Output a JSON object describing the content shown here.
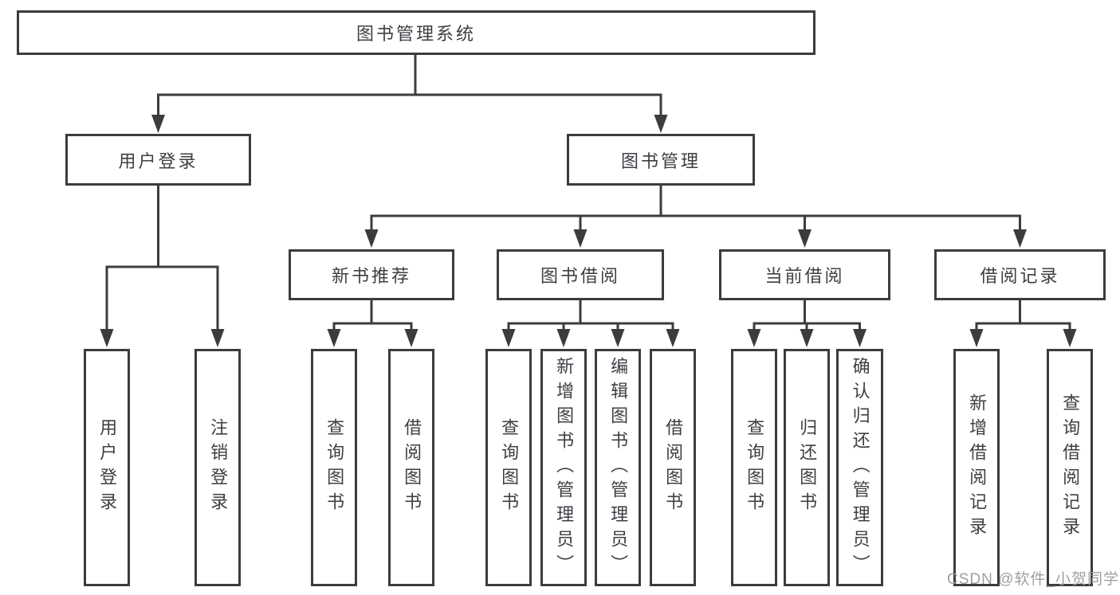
{
  "tree": {
    "root": {
      "label": "图书管理系统"
    },
    "children": [
      {
        "label": "用户登录",
        "children": [
          {
            "label": "用户登录"
          },
          {
            "label": "注销登录"
          }
        ]
      },
      {
        "label": "图书管理",
        "children": [
          {
            "label": "新书推荐",
            "children": [
              {
                "label": "查询图书"
              },
              {
                "label": "借阅图书"
              }
            ]
          },
          {
            "label": "图书借阅",
            "children": [
              {
                "label": "查询图书"
              },
              {
                "label": "新增图书（管理员）"
              },
              {
                "label": "编辑图书（管理员）"
              },
              {
                "label": "借阅图书"
              }
            ]
          },
          {
            "label": "当前借阅",
            "children": [
              {
                "label": "查询图书"
              },
              {
                "label": "归还图书"
              },
              {
                "label": "确认归还（管理员）"
              }
            ]
          },
          {
            "label": "借阅记录",
            "children": [
              {
                "label": "新增借阅记录"
              },
              {
                "label": "查询借阅记录"
              }
            ]
          }
        ]
      }
    ]
  },
  "watermark": {
    "text": "CSDN @软件_小贺同学"
  },
  "colors": {
    "line": "#3c3c3c",
    "box_border": "#3c3c3c",
    "box_background": "#ffffff",
    "text": "#3d3f44",
    "watermark": "#989a9e",
    "page_background": "#ffffff"
  }
}
